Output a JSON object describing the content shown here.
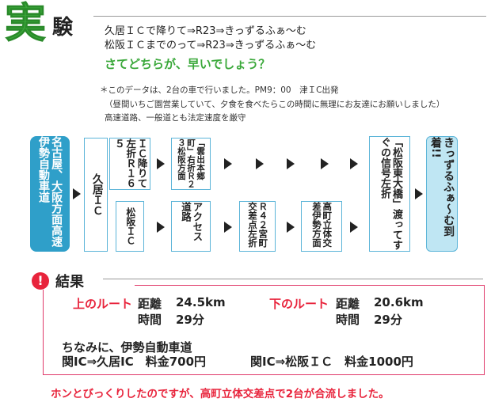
{
  "title": {
    "big": "実",
    "rest": "験"
  },
  "intro": {
    "route_up": "久居ＩＣで降りて⇒R23⇒きっずるふぁ～む",
    "route_down": "松阪ＩＣまでのって⇒R23⇒きっずるふぁ～む",
    "question": "さてどちらが、早いでしょう？",
    "notes": [
      "＊このデータは、2台の車で行いました。PM9：00　津ＩC出発",
      "（昼間いちご園営業していて、夕食を食べたらこの時間に無理にお友達にお願いしました）",
      "高速道路、一般道とも法定速度を厳守"
    ]
  },
  "flow": {
    "start": "名古屋、大阪方面高速　伊勢自動車道",
    "hisai": "久居ＩＣ",
    "upper": [
      "ＩＣ降りて左折Ｒ１６５",
      "「雲出本郷町」右折Ｒ２３松阪方面"
    ],
    "lower": [
      "松阪ＩＣ",
      "アクセス道路",
      "Ｒ４２宮町交差点左折",
      "高町立体交差伊勢方面"
    ],
    "merge": "「松阪東大橋」渡ってすぐの信号左折",
    "goal": "きっずるふぁ～む到着!!"
  },
  "result": {
    "icon": "!",
    "title": "結果",
    "upper_route": {
      "label": "上のルート",
      "dist_label": "距離",
      "dist": "24.5km",
      "time_label": "時間",
      "time": "29分"
    },
    "lower_route": {
      "label": "下のルート",
      "dist_label": "距離",
      "dist": "20.6km",
      "time_label": "時間",
      "time": "29分"
    },
    "aside": "ちなみに、伊勢自動車道",
    "fare1": "関IC⇒久居IC　料金700円",
    "fare2": "関IC⇒松阪ＩＣ　料金1000円"
  },
  "footer": "ホンとびっくりしたのですが、高町立体交差点で2台が合流しました。"
}
